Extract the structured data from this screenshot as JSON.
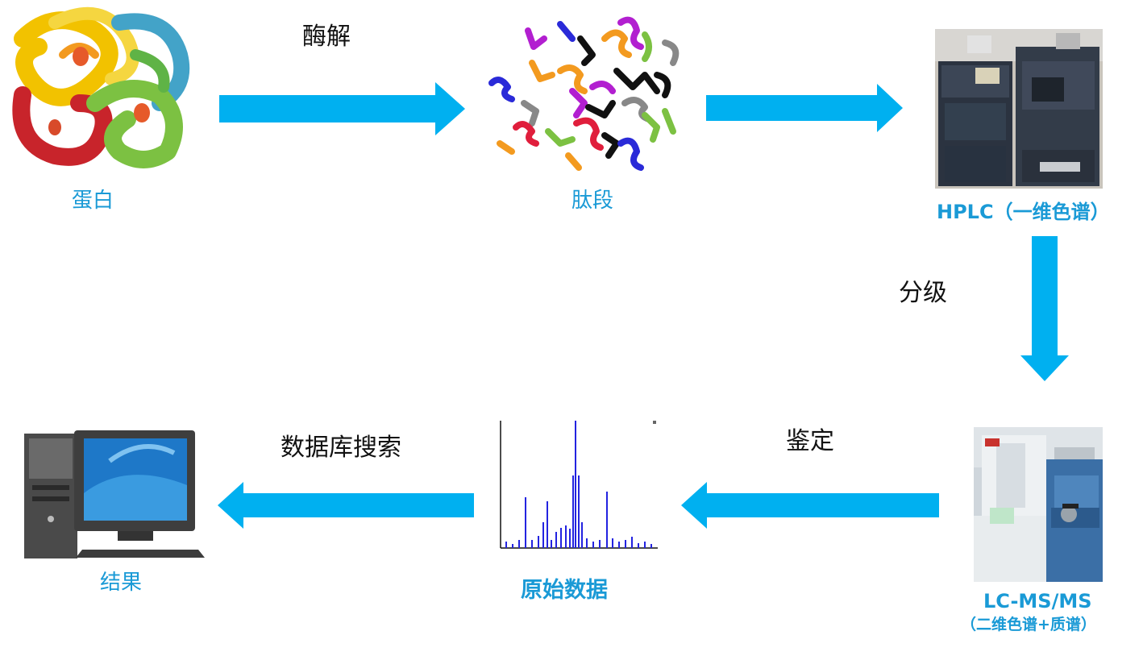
{
  "colors": {
    "arrow": "#00b0f0",
    "label_blue": "#1a9ad6",
    "label_black": "#111111"
  },
  "nodes": {
    "protein": {
      "label": "蛋白",
      "icon": "protein-structure-icon"
    },
    "peptide": {
      "label": "肽段",
      "icon": "peptide-fragments-icon"
    },
    "hplc": {
      "label": "HPLC（一维色谱）",
      "icon": "hplc-instrument-icon"
    },
    "lcms": {
      "label": "LC-MS/MS",
      "sublabel": "（二维色谱+质谱）",
      "icon": "lcms-instrument-icon"
    },
    "rawdata": {
      "label": "原始数据",
      "icon": "spectrum-chart-icon"
    },
    "result": {
      "label": "结果",
      "icon": "computer-icon"
    }
  },
  "edges": {
    "digest": {
      "label": "酶解"
    },
    "to_hplc": {
      "label": ""
    },
    "fractionation": {
      "label": "分级"
    },
    "identification": {
      "label": "鉴定"
    },
    "db_search": {
      "label": "数据库搜索"
    }
  }
}
